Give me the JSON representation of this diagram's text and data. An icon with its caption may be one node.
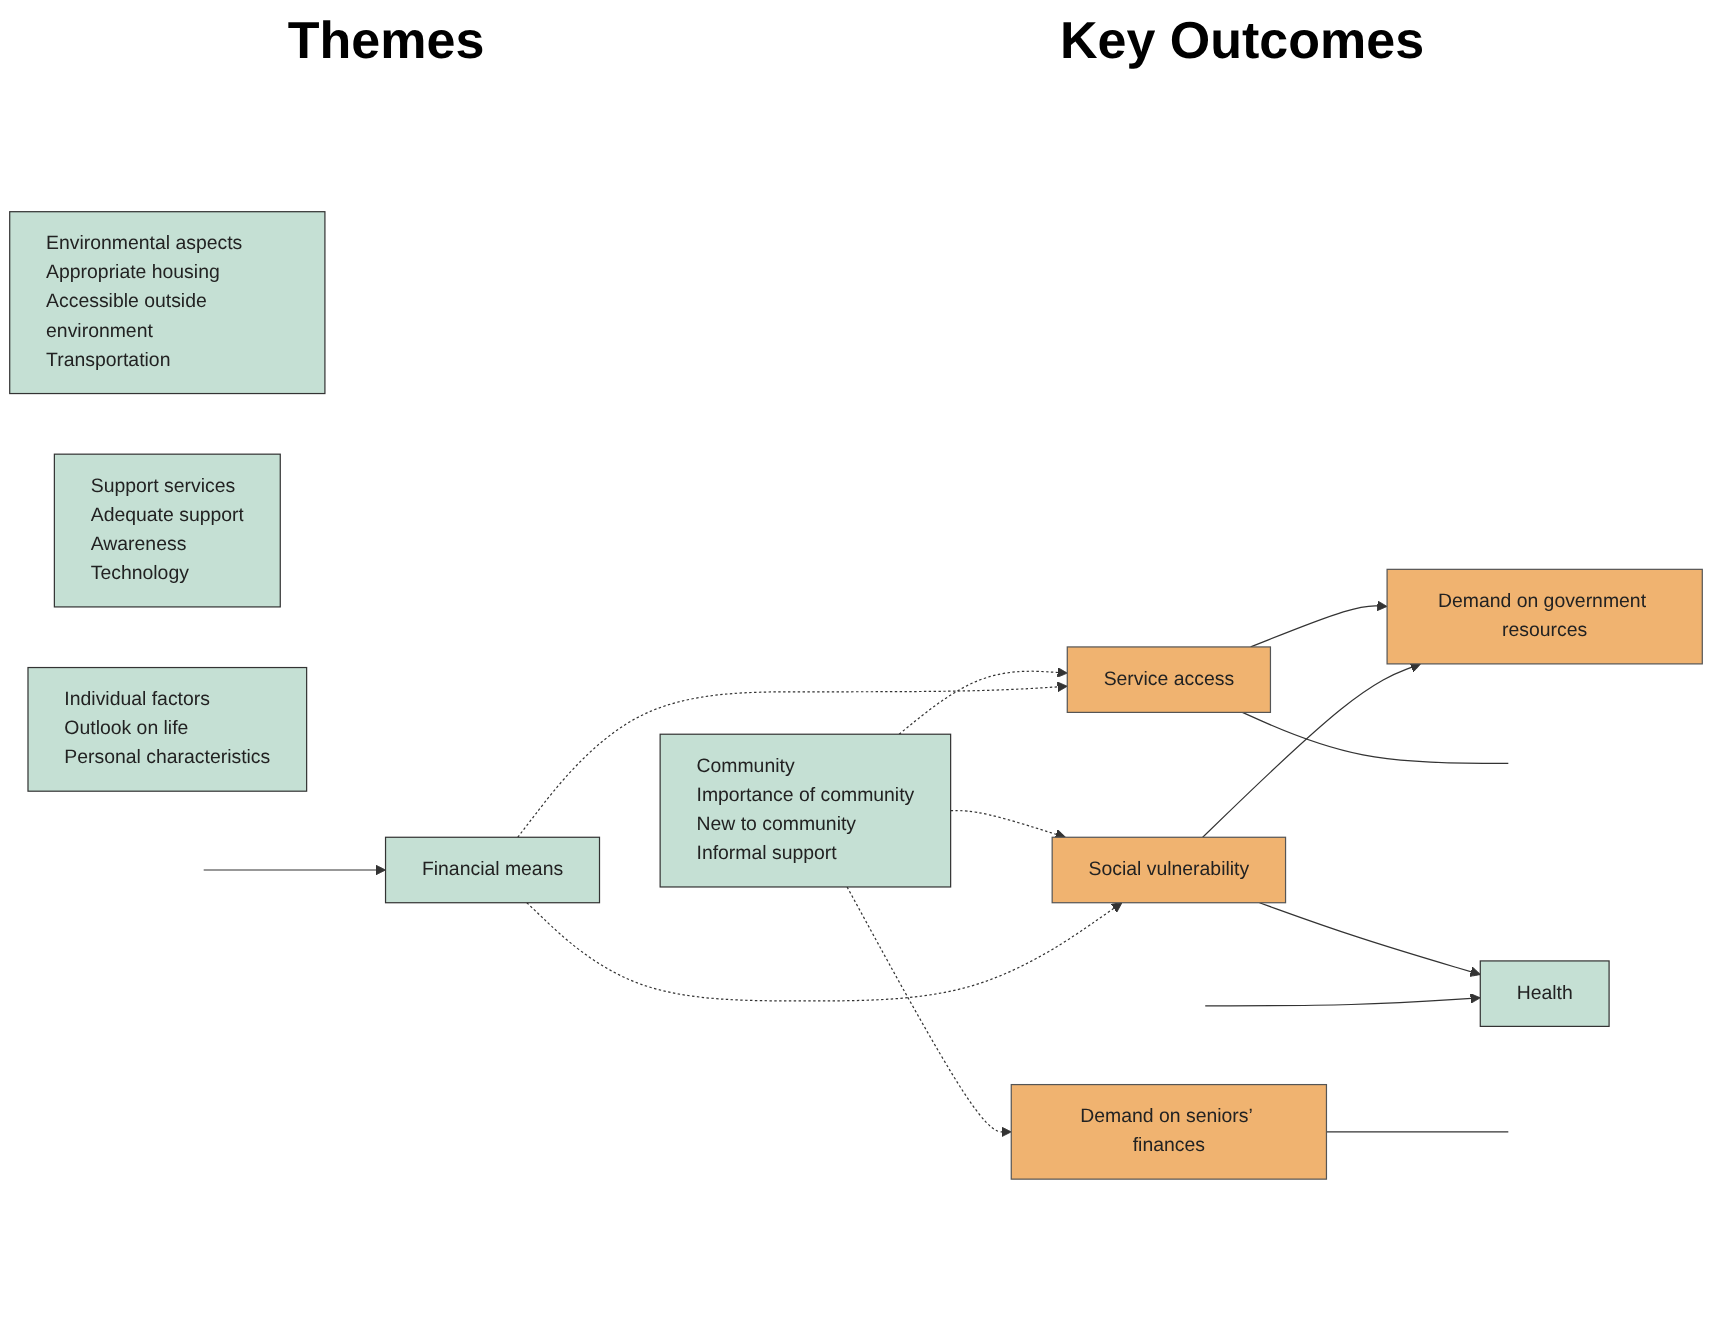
{
  "diagram": {
    "nodes": [
      {
        "text": [
          "Environmental aspects",
          "Appropriate housing",
          "Accessible outside environment",
          "Transportation"
        ]
      },
      {
        "text": [
          "Support services",
          "Adequate support",
          "Awareness",
          "Technology"
        ]
      },
      {
        "text": [
          "Community",
          "Importance of community",
          "New to community",
          "Informal support"
        ]
      },
      {
        "text": [
          "Individual factors",
          "Outlook on life",
          "Personal characteristics"
        ]
      },
      {
        "text": [
          "Health"
        ]
      },
      {
        "text": [
          "Financial means"
        ]
      },
      {
        "text": [
          "Service access"
        ]
      },
      {
        "text": [
          "Social vulnerability"
        ]
      },
      {
        "text": [
          "Demand on government resources"
        ]
      },
      {
        "text": [
          "Demand on seniors’ finances"
        ]
      }
    ],
    "edges": [
      {
        "from": 2,
        "to": 6,
        "arrow": "to",
        "style": "dashed"
      },
      {
        "from": 2,
        "to": 7,
        "arrow": "to",
        "style": "dashed"
      },
      {
        "from": 2,
        "to": 9,
        "arrow": "to",
        "style": "dashed"
      },
      {
        "from": 5,
        "to": 6,
        "arrow": "to",
        "style": "dashed"
      },
      {
        "from": 5,
        "to": 7,
        "arrow": "to",
        "style": "dashed"
      },
      {
        "from": 6,
        "to": 8,
        "arrow": "to"
      },
      {
        "from": 7,
        "to": 8,
        "arrow": "to"
      },
      {
        "from": 7,
        "to": 4,
        "arrow": "to"
      },
      {
        "from": 6,
        "to": null,
        "arrow": "none"
      },
      {
        "from": null,
        "to": 4,
        "arrow": "to"
      },
      {
        "from": 9,
        "to": null,
        "arrow": "none"
      },
      {
        "from": null,
        "to": 5,
        "arrow": "to"
      }
    ],
    "labels": [
      "Themes",
      "Key Outcomes"
    ]
  }
}
